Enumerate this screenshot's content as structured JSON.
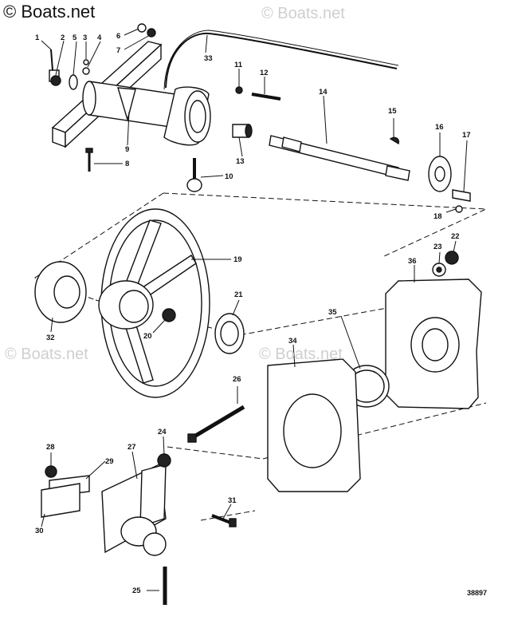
{
  "watermarks": {
    "main": "© Boats.net",
    "faint": "© Boats.net"
  },
  "diagram_code": "38897",
  "callouts": [
    "1",
    "2",
    "3",
    "4",
    "5",
    "6",
    "7",
    "8",
    "9",
    "10",
    "11",
    "12",
    "13",
    "14",
    "15",
    "16",
    "17",
    "18",
    "19",
    "20",
    "21",
    "22",
    "23",
    "24",
    "25",
    "26",
    "27",
    "28",
    "29",
    "30",
    "31",
    "32",
    "33",
    "34",
    "35",
    "36"
  ],
  "colors": {
    "ink": "#111111",
    "paper": "#ffffff",
    "watermark_faint": "#cfcfcf"
  }
}
